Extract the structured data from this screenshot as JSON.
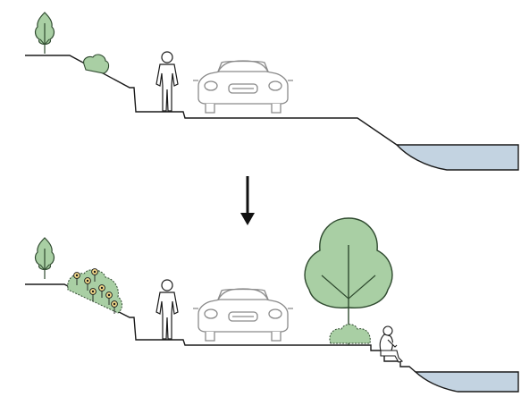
{
  "colors": {
    "line": "#1a1a1a",
    "water_fill": "#c3d3e1",
    "tree_fill": "#a9cfa4",
    "tree_stroke": "#2f4a2f",
    "shrub_fill": "#a9cfa4",
    "car_stroke": "#8a8a8a",
    "flower_fill": "#f2d98a",
    "arrow": "#111111"
  },
  "scenes": [
    {
      "id": "before",
      "elements": [
        "small-tree",
        "shrub",
        "person-standing",
        "car",
        "water"
      ]
    },
    {
      "id": "after",
      "elements": [
        "small-tree",
        "flower-shrubs",
        "person-standing",
        "car",
        "large-tree",
        "shrubs",
        "steps",
        "person-sitting",
        "water"
      ]
    }
  ],
  "arrow_direction": "down"
}
